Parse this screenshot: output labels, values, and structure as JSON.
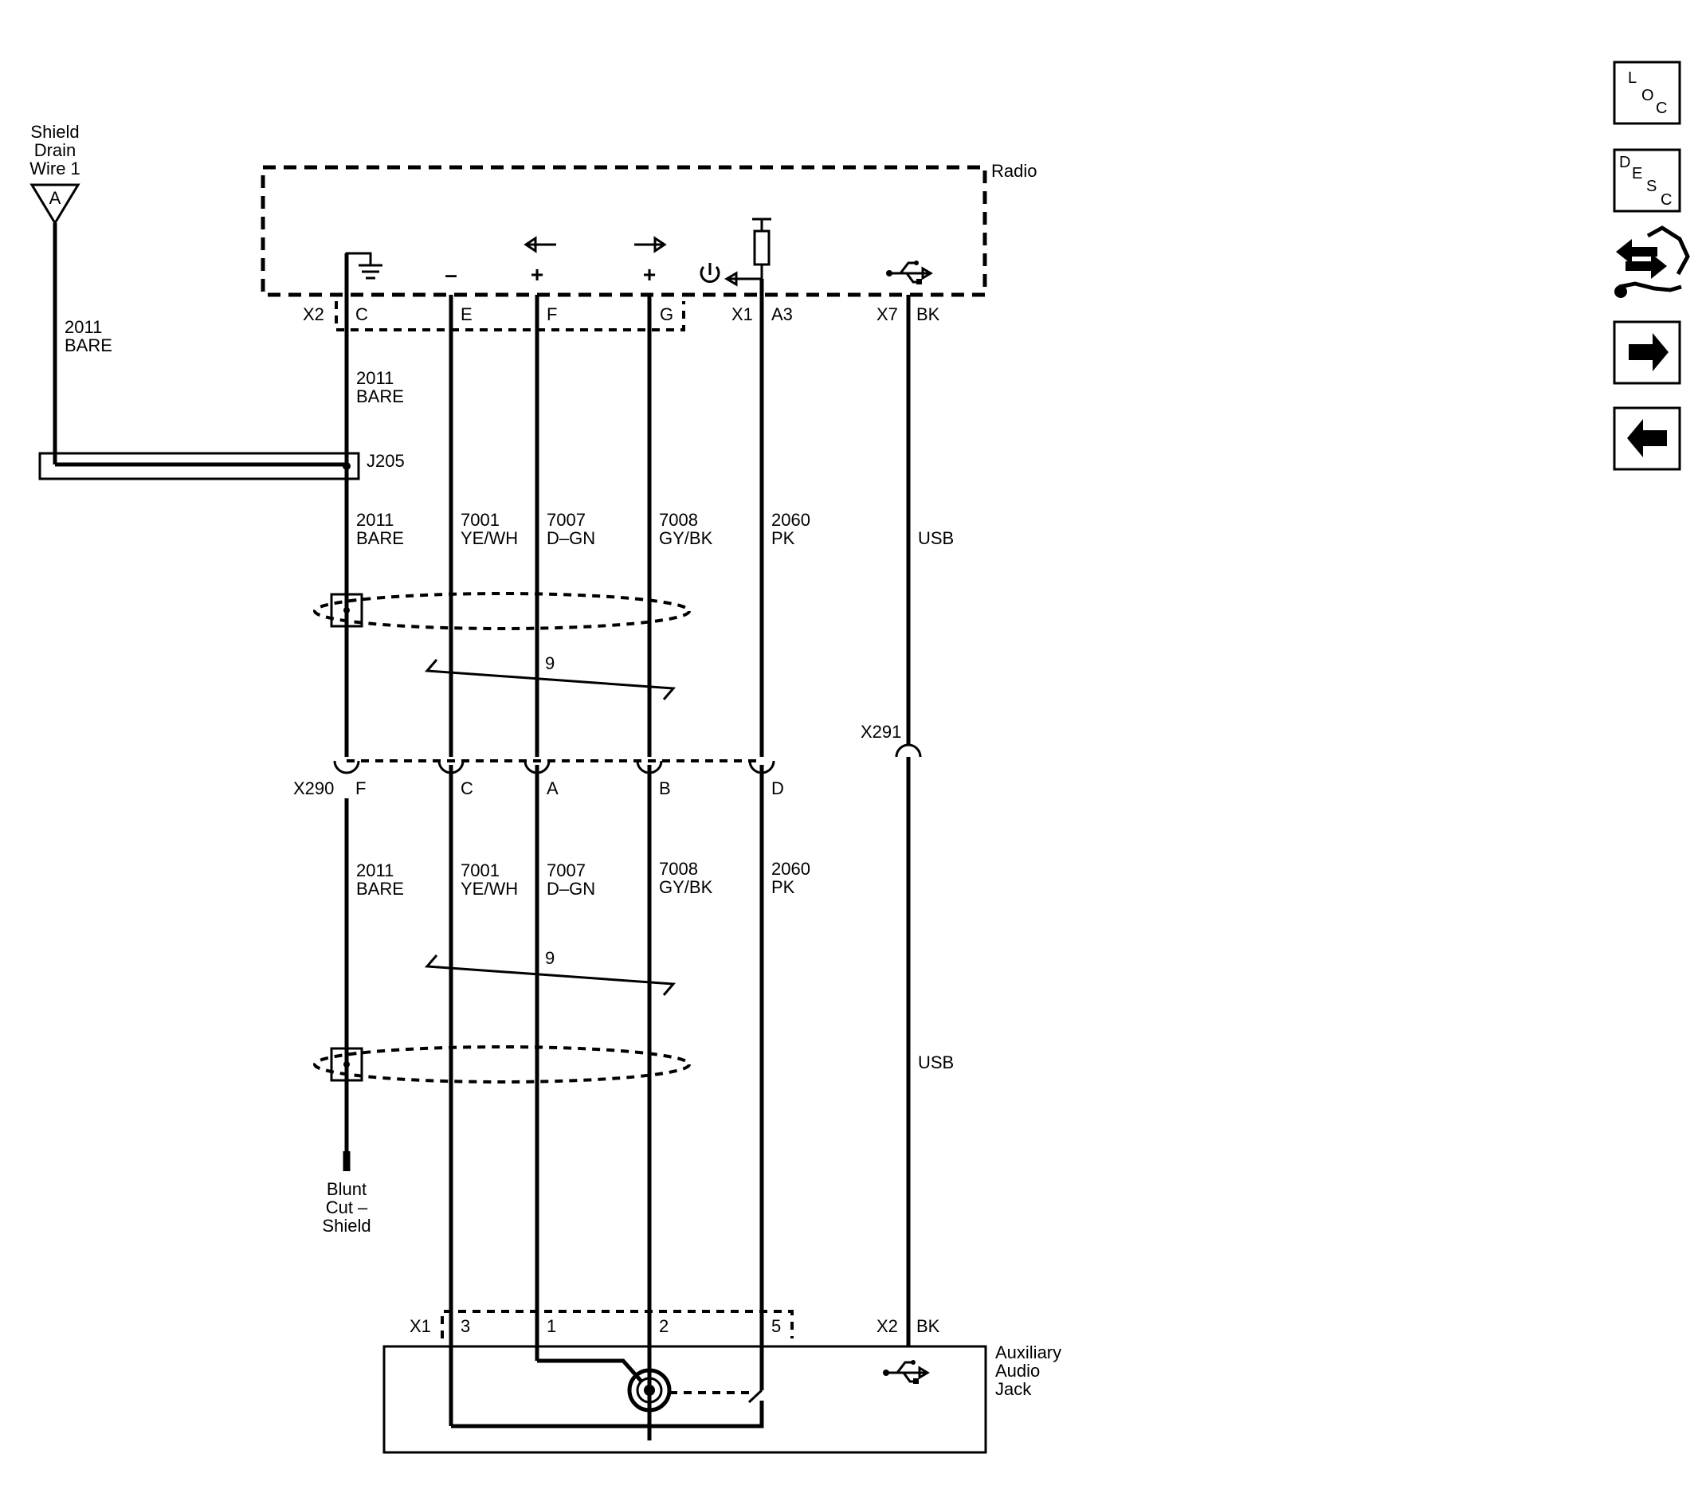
{
  "shield_drain": {
    "label_line1": "Shield",
    "label_line2": "Drain",
    "label_line3": "Wire 1",
    "ref": "A",
    "wire_num": "2011",
    "wire_color": "BARE"
  },
  "radio": {
    "label": "Radio",
    "connector_x2": "X2",
    "connector_x1": "X1",
    "connector_x7": "X7"
  },
  "radio_pins": {
    "c": "C",
    "e": "E",
    "f": "F",
    "g": "G",
    "a3": "A3",
    "bk": "BK"
  },
  "radio_symbols": {
    "minus": "–",
    "plus_f": "+",
    "plus_g": "+"
  },
  "splice": {
    "label": "J205"
  },
  "wires_upper": {
    "shield_top": {
      "num": "2011",
      "color": "BARE"
    },
    "shield": {
      "num": "2011",
      "color": "BARE"
    },
    "e": {
      "num": "7001",
      "color": "YE/WH"
    },
    "f": {
      "num": "7007",
      "color": "D–GN"
    },
    "g": {
      "num": "7008",
      "color": "GY/BK"
    },
    "a3": {
      "num": "2060",
      "color": "PK"
    },
    "usb": "USB",
    "twist": "9"
  },
  "inline_connector": {
    "x290": "X290",
    "x291": "X291",
    "pins": {
      "f": "F",
      "c": "C",
      "a": "A",
      "b": "B",
      "d": "D"
    }
  },
  "wires_lower": {
    "shield": {
      "num": "2011",
      "color": "BARE"
    },
    "c": {
      "num": "7001",
      "color": "YE/WH"
    },
    "a": {
      "num": "7007",
      "color": "D–GN"
    },
    "b": {
      "num": "7008",
      "color": "GY/BK"
    },
    "d": {
      "num": "2060",
      "color": "PK"
    },
    "usb": "USB",
    "twist": "9"
  },
  "blunt_cut": {
    "line1": "Blunt",
    "line2": "Cut –",
    "line3": "Shield"
  },
  "aux_jack": {
    "label_line1": "Auxiliary",
    "label_line2": "Audio",
    "label_line3": "Jack",
    "connector_x1": "X1",
    "connector_x2": "X2",
    "pins": {
      "p3": "3",
      "p1": "1",
      "p2": "2",
      "p5": "5",
      "bk": "BK"
    }
  },
  "nav": {
    "loc": {
      "l1": "L",
      "l2": "O",
      "l3": "C"
    },
    "desc": {
      "l1": "D",
      "l2": "E",
      "l3": "S",
      "l4": "C"
    }
  },
  "colors": {
    "line": "#000000",
    "background": "#ffffff"
  }
}
